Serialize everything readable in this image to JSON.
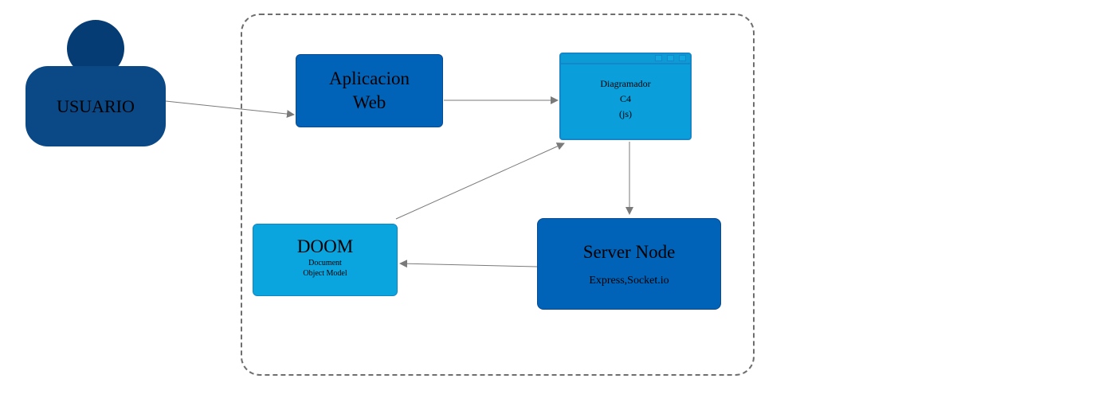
{
  "diagram": {
    "person": {
      "label": "USUARIO"
    },
    "nodes": {
      "app_web": {
        "line1": "Aplicacion",
        "line2": "Web"
      },
      "diagramador": {
        "line1": "Diagramador",
        "line2": "C4",
        "line3": "(js)"
      },
      "doom": {
        "title": "DOOM",
        "sub1": "Document",
        "sub2": "Object Model"
      },
      "server": {
        "title": "Server Node",
        "sub": "Express,Socket.io"
      }
    },
    "edges": [
      {
        "from": "USUARIO",
        "to": "Aplicacion Web"
      },
      {
        "from": "Aplicacion Web",
        "to": "Diagramador C4"
      },
      {
        "from": "Diagramador C4",
        "to": "Server Node"
      },
      {
        "from": "Server Node",
        "to": "DOOM"
      },
      {
        "from": "DOOM",
        "to": "Diagramador C4"
      }
    ],
    "colors": {
      "person_head": "#063c74",
      "person_body": "#0a4886",
      "container_dark": "#0063b8",
      "container_light": "#0aa4de",
      "connector": "#7a7a7a",
      "boundary": "#6e6e6e"
    }
  }
}
